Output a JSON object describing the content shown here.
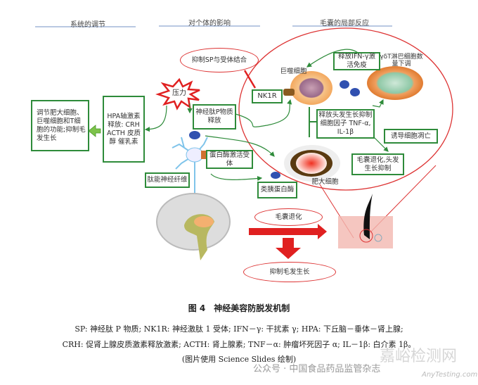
{
  "headers": {
    "system": "系统的调节",
    "individual": "对个体的影响",
    "local": "毛囊的局部反应"
  },
  "nodes": {
    "regulate": "调节肥大细胞、巨噬细胞和T细胞的功能;抑制毛发生长",
    "hpa": "HPA轴激素释放: CRH ACTH 皮质醇 催乳素",
    "stress": "压力",
    "sp_release": "神经肽P物质释放",
    "inhibit_sp": "抑制SP与受体结合",
    "par": "蛋白酶激活受体",
    "nerve": "肽能神经纤维",
    "tryptase": "类胰蛋白酶",
    "nk1r": "NK1R",
    "macrophage": "巨噬细胞",
    "gdt": "γδT淋巴细胞数量下调",
    "ifn": "释放IFN-γ激活免疫",
    "cytokines": "释放头发生长抑制细胞因子 TNF-α, IL-1β",
    "apoptosis": "诱导细胞凋亡",
    "regression_box": "毛囊退化,头发生长抑制",
    "mast": "肥大细胞",
    "regression": "毛囊退化",
    "inhibit_growth": "抑制毛发生长"
  },
  "caption": {
    "title": "图 4　神经美容防脱发机制",
    "line1": "SP: 神经肽 P 物质; NK1R: 神经激肽 1 受体; IFN－γ: 干扰素 γ; HPA: 下丘脑－垂体－肾上腺;",
    "line2": "CRH: 促肾上腺皮质激素释放激素; ACTH: 肾上腺素; TNF－α: 肿瘤坏死因子 α; IL－1β: 白介素 1β。",
    "line3": "(图片使用 Science Slides 绘制)"
  },
  "watermark": {
    "source": "公众号 · 中国食品药品监管杂志",
    "site": "嘉峪检测网",
    "site_en": "AnyTesting.com"
  },
  "colors": {
    "green": "#2e8b3a",
    "red": "#e02020",
    "blue_line": "#8fa8d0"
  }
}
